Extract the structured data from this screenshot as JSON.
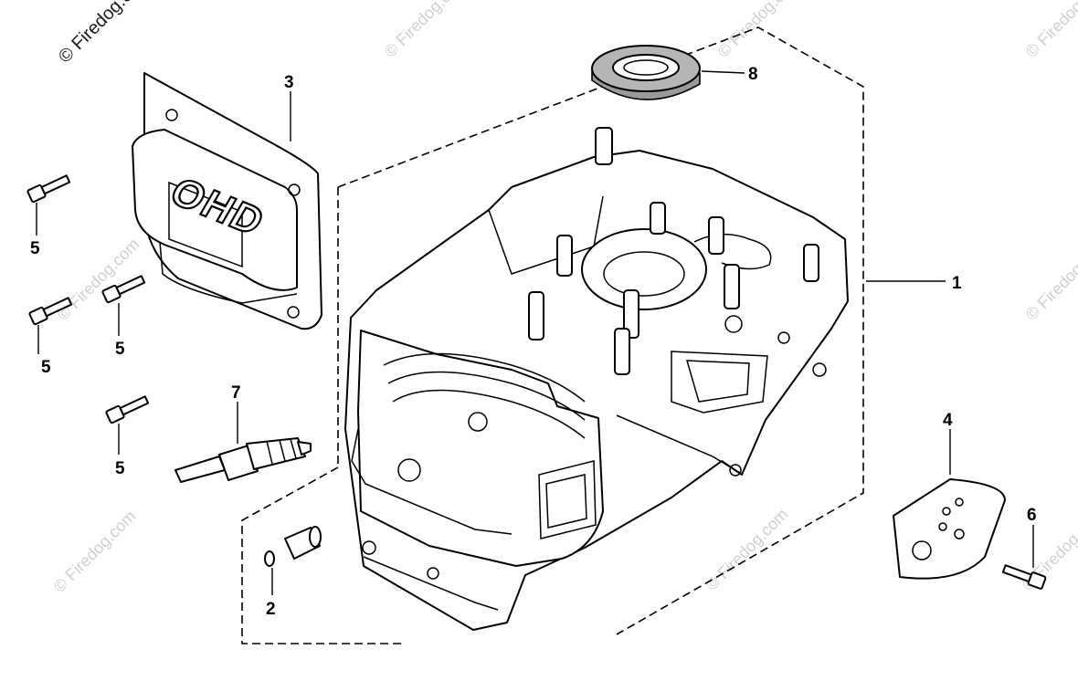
{
  "watermarks": {
    "corner": "© Firedog.com",
    "repeat": "© Firedog.com"
  },
  "cover_logo": "OHD",
  "callouts": [
    {
      "id": "1",
      "label": "1"
    },
    {
      "id": "2",
      "label": "2"
    },
    {
      "id": "3",
      "label": "3"
    },
    {
      "id": "4",
      "label": "4"
    },
    {
      "id": "5a",
      "label": "5"
    },
    {
      "id": "5b",
      "label": "5"
    },
    {
      "id": "5c",
      "label": "5"
    },
    {
      "id": "5d",
      "label": "5"
    },
    {
      "id": "6",
      "label": "6"
    },
    {
      "id": "7",
      "label": "7"
    },
    {
      "id": "8",
      "label": "8"
    }
  ]
}
